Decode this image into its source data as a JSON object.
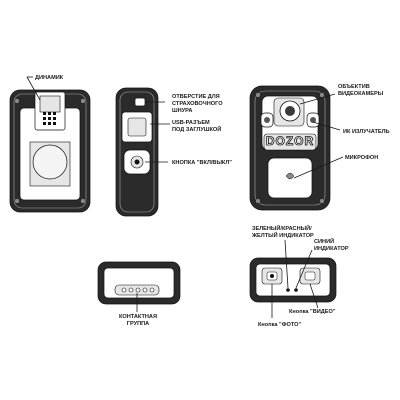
{
  "labels": {
    "speaker": "ДИНАМИК",
    "lanyard_hole_1": "ОТВЕРСТИЕ ДЛЯ",
    "lanyard_hole_2": "СТРАХОВОЧНОГО",
    "lanyard_hole_3": "ШНУРА",
    "usb_1": "USB-РАЗЪЕМ",
    "usb_2": "ПОД ЗАГЛУШКОЙ",
    "power_button": "КНОПКА \"ВКЛ/ВЫКЛ\"",
    "camera_lens_1": "ОБЪЕКТИВ",
    "camera_lens_2": "ВИДЕОКАМЕРЫ",
    "ir_emitter": "ИК ИЗЛУЧАТЕЛЬ",
    "microphone": "МИКРОФОН",
    "indicator_1": "ЗЕЛЕНЫЙ/КРАСНЫЙ/",
    "indicator_2": "ЖЕЛТЫЙ ИНДИКАТОР",
    "blue_indicator_1": "СИНИЙ",
    "blue_indicator_2": "ИНДИКАТОР",
    "contact_group_1": "КОНТАКТНАЯ",
    "contact_group_2": "ГРУППА",
    "video_button": "Кнопка \"ВИДЕО\"",
    "photo_button": "Кнопка \"ФОТО\""
  },
  "brand": "DOZOR"
}
